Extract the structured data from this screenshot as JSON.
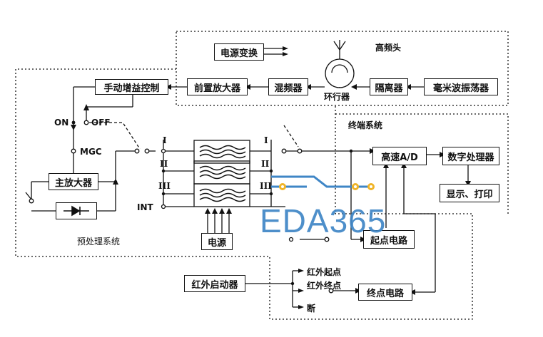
{
  "blocks": {
    "power_conv": "电源变换",
    "rf_head": "高频头",
    "manual_gain": "手动增益控制",
    "preamp": "前置放大器",
    "mixer": "混频器",
    "circulator": "环行器",
    "isolator": "隔离器",
    "mm_oscillator": "毫米波振荡器",
    "terminal_system": "终端系统",
    "hs_adc": "高速A/D",
    "dsp": "数字处理器",
    "display_print": "显示、打印",
    "main_amp": "主放大器",
    "preprocess_system": "预处理系统",
    "power_supply": "电源",
    "start_circuit": "起点电路",
    "ir_starter": "红外启动器",
    "end_circuit": "终点电路"
  },
  "labels": {
    "on": "ON",
    "off": "OFF",
    "mgc": "MGC",
    "int": "INT",
    "ir_start": "红外起点",
    "ir_end": "红外终点",
    "cut": "断",
    "ch1_in": "I",
    "ch2_in": "II",
    "ch3_in": "III",
    "ch1_out": "I",
    "ch2_out": "II",
    "ch3_out": "III"
  },
  "watermark": "EDA365",
  "colors": {
    "line": "#111111",
    "watermark": "#3f86c6",
    "logo_accent": "#f0b428"
  }
}
